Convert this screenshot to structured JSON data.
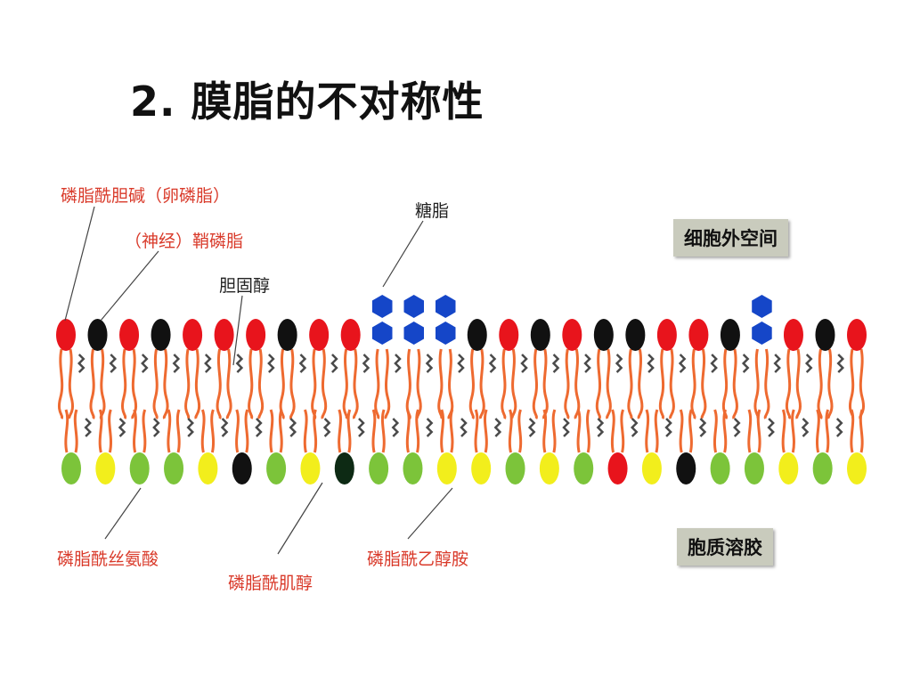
{
  "title": "2. 膜脂的不对称性",
  "labels": {
    "pc": "磷脂酰胆碱（卵磷脂）",
    "sm": "（神经）鞘磷脂",
    "chol": "胆固醇",
    "glyco": "糖脂",
    "ps": "磷脂酰丝氨酸",
    "pi": "磷脂酰肌醇",
    "pe": "磷脂酰乙醇胺"
  },
  "regions": {
    "outside": "细胞外空间",
    "inside": "胞质溶胶"
  },
  "colors": {
    "pc_head": "#e8141c",
    "sm_head": "#111111",
    "glyco_head": "#1546c8",
    "tail": "#ee6a30",
    "chol": "#4a4a4a",
    "ps_head": "#7cc43a",
    "pe_head": "#f2ee1c",
    "pi_head": "#0d2a14",
    "label_red": "#d93a2a",
    "region_bg": "#c9cbbd"
  },
  "outer_leaflet": [
    "pc",
    "sm",
    "pc",
    "sm",
    "pc",
    "pc",
    "pc",
    "sm",
    "pc",
    "pc",
    "glyco2",
    "glyco2",
    "glyco2",
    "sm",
    "pc",
    "sm",
    "pc",
    "sm",
    "sm",
    "pc",
    "pc",
    "sm",
    "glyco1",
    "pc",
    "sm",
    "pc"
  ],
  "inner_leaflet": [
    "ps",
    "pe",
    "ps",
    "ps",
    "pe",
    "sm",
    "ps",
    "pe",
    "pi",
    "ps",
    "ps",
    "pe",
    "pe",
    "ps",
    "pe",
    "ps",
    "pc",
    "pe",
    "sm",
    "ps",
    "ps",
    "pe",
    "ps",
    "pe"
  ]
}
